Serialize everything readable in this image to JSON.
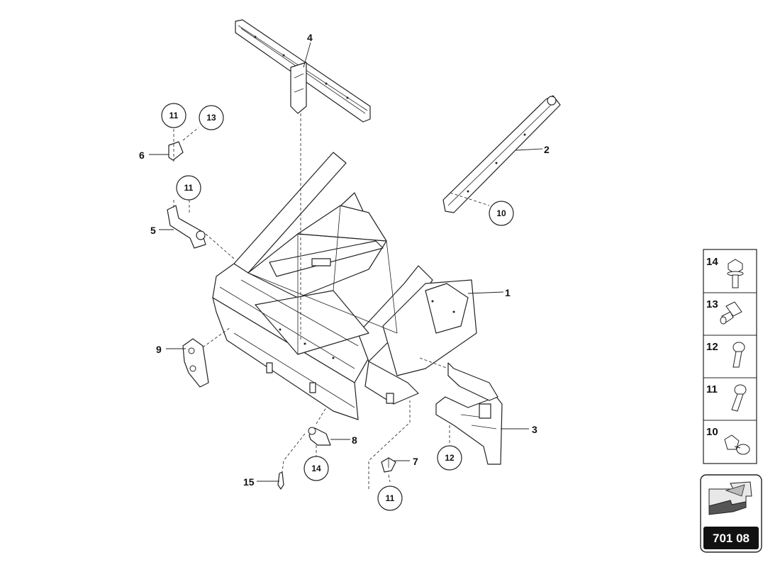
{
  "diagram": {
    "callouts": [
      {
        "id": "c1",
        "text": "1"
      },
      {
        "id": "c2",
        "text": "2"
      },
      {
        "id": "c3",
        "text": "3"
      },
      {
        "id": "c4",
        "text": "4"
      },
      {
        "id": "c5",
        "text": "5"
      },
      {
        "id": "c6",
        "text": "6"
      },
      {
        "id": "c7",
        "text": "7"
      },
      {
        "id": "c8",
        "text": "8"
      },
      {
        "id": "c9",
        "text": "9"
      },
      {
        "id": "c15",
        "text": "15"
      }
    ],
    "circled": [
      {
        "id": "k11a",
        "text": "11"
      },
      {
        "id": "k13",
        "text": "13"
      },
      {
        "id": "k11b",
        "text": "11"
      },
      {
        "id": "k10",
        "text": "10"
      },
      {
        "id": "k14",
        "text": "14"
      },
      {
        "id": "k12",
        "text": "12"
      },
      {
        "id": "k11c",
        "text": "11"
      }
    ]
  },
  "fastener_panel": {
    "items": [
      {
        "label": "14",
        "icon": "flange-bolt-icon"
      },
      {
        "label": "13",
        "icon": "stud-bolt-icon"
      },
      {
        "label": "12",
        "icon": "screw-icon"
      },
      {
        "label": "11",
        "icon": "screw-icon"
      },
      {
        "label": "10",
        "icon": "hex-bolt-washer-icon"
      }
    ]
  },
  "reference": {
    "code": "701 08",
    "icon": "direction-arrow-icon"
  }
}
